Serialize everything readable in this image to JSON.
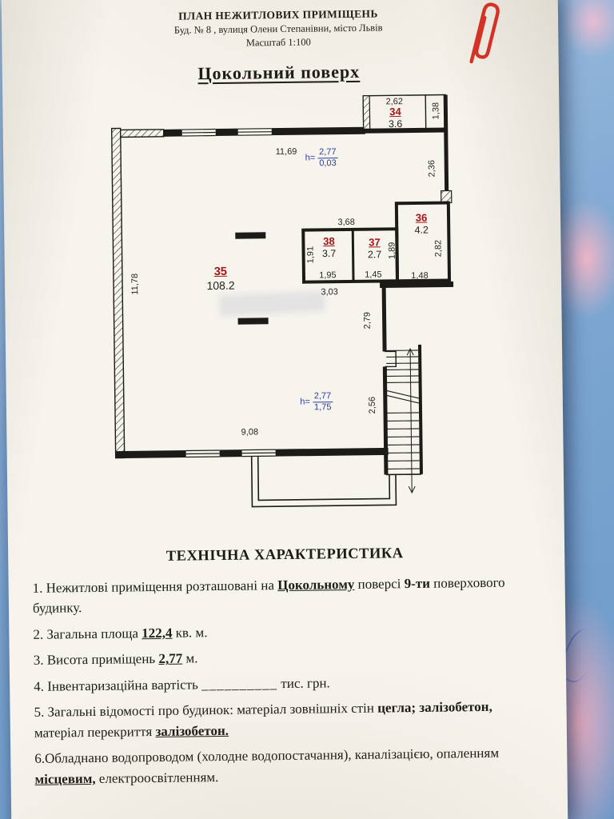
{
  "header": {
    "line1": "ПЛАН НЕЖИТЛОВИХ ПРИМІЩЕНЬ",
    "line2": "Буд. № 8 , вулиця  Олени Степанівни, місто Львів",
    "line3": "Масштаб 1:100"
  },
  "plan_title": "Цокольний  поверх",
  "plan": {
    "rooms": {
      "r34": {
        "number": "34",
        "area": "3.6"
      },
      "r35": {
        "number": "35",
        "area": "108.2"
      },
      "r36": {
        "number": "36",
        "area": "4.2"
      },
      "r37": {
        "number": "37",
        "area": "2.7"
      },
      "r38": {
        "number": "38",
        "area": "3.7"
      }
    },
    "heights": {
      "h1": {
        "prefix": "h=",
        "num": "2,77",
        "den": "0,03"
      },
      "h2": {
        "prefix": "h=",
        "num": "2,77",
        "den": "1,75"
      }
    },
    "dims": {
      "top": "11,69",
      "left": "11,78",
      "bottom": "9,08",
      "d262": "2,62",
      "d138": "1,38",
      "d236": "2,36",
      "d368": "3,68",
      "d282": "2,82",
      "d191": "1,91",
      "d189": "1,89",
      "d195": "1,95",
      "d145": "1,45",
      "d148": "1,48",
      "d303": "3,03",
      "d279": "2,79",
      "d256": "2,56"
    },
    "colors": {
      "room_number": "#a31414",
      "height_note": "#2c3fa0",
      "walls": "#1c1b18"
    }
  },
  "tech": {
    "title": "ТЕХНІЧНА ХАРАКТЕРИСТИКА",
    "item1": {
      "t1": "1. Нежитлові приміщення  розташовані на",
      "b1": "Цокольному",
      "t2": "поверсі",
      "b2": "9-ти",
      "t3": "поверхового будинку."
    },
    "item2": {
      "t1": "2. Загальна площа",
      "b1": "122,4",
      "t2": "кв. м."
    },
    "item3": {
      "t1": "3. Висота приміщень",
      "b1": "2,77",
      "t2": "м."
    },
    "item4": {
      "t1": "4. Інвентаризаційна вартість",
      "blank": "__________",
      "t2": "тис. грн."
    },
    "item5": {
      "t1": "5. Загальні відомості про будинок:   матеріал зовнішніх стін",
      "b1": "цегла; залізобетон,",
      "t2": "матеріал перекриття",
      "b2": "залізобетон."
    },
    "item6": {
      "t1": "6.Обладнано водопроводом (холодне водопостачання), каналізацією, опаленням",
      "b1": "місцевим,",
      "t2": "електроосвітленням."
    }
  }
}
